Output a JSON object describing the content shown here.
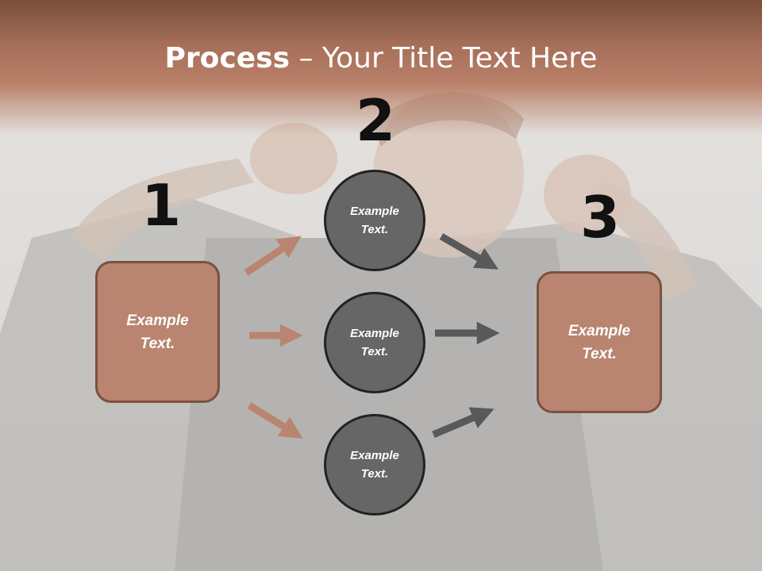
{
  "slide": {
    "title_bold": "Process",
    "title_rest": " – Your Title Text Here",
    "step_numbers": [
      "1",
      "2",
      "3"
    ],
    "left_box": {
      "text": "Example\nText."
    },
    "right_box": {
      "text": "Example\nText."
    },
    "circles": [
      {
        "text": "Example\nText."
      },
      {
        "text": "Example\nText."
      },
      {
        "text": "Example\nText."
      }
    ],
    "colors": {
      "header_band": "#a8705a",
      "box_fill": "#b98570",
      "box_border": "#7c5141",
      "circle_fill": "#666666",
      "circle_border": "#222222",
      "arrow_left": "#b98570",
      "arrow_right": "#595959"
    }
  }
}
